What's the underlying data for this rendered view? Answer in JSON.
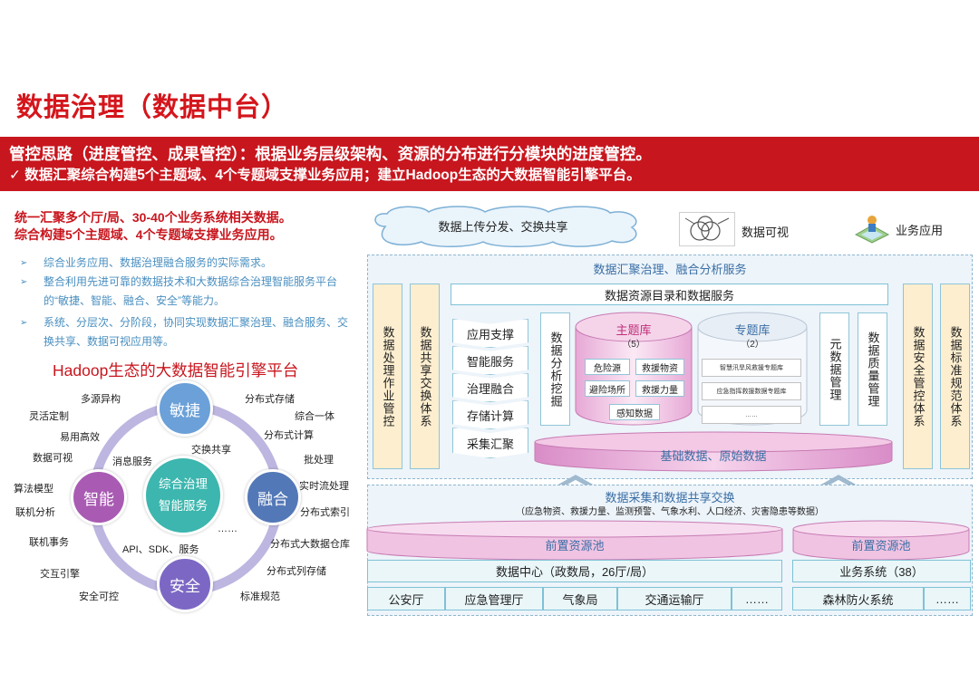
{
  "title": "数据治理（数据中台）",
  "banner": {
    "line1": "管控思路（进度管控、成果管控）：根据业务层级架构、资源的分布进行分模块的进度管控。",
    "line2": "✓ 数据汇聚综合构建5个主题域、4个专题域支撑业务应用；建立Hadoop生态的大数据智能引擎平台。"
  },
  "left": {
    "heading1": "统一汇聚多个厅/局、30-40个业务系统相关数据。",
    "heading2": "综合构建5个主题域、4个专题域支撑业务应用。",
    "bullets": [
      "综合业务应用、数据治理融合服务的实际需求。",
      "整合利用先进可靠的数据技术和大数据综合治理智能服务平台的“敏捷、智能、融合、安全”等能力。",
      "系统、分层次、分阶段，协同实现数据汇聚治理、融合服务、交换共享、数据可视应用等。"
    ],
    "bullet_mark": "➢",
    "hadoop_title": "Hadoop生态的大数据智能引擎平台",
    "core": [
      "综合治理",
      "智能服务"
    ],
    "nodes": {
      "top": "敏捷",
      "left": "智能",
      "right": "融合",
      "bottom": "安全"
    },
    "inner": {
      "exchange": "交换共享",
      "message": "消息服务",
      "api": "API、SDK、服务",
      "more": "……"
    },
    "labels": {
      "l1": "多源异构",
      "l2": "灵活定制",
      "l3": "易用高效",
      "l4": "数据可视",
      "l5": "算法模型",
      "l6": "联机分析",
      "l7": "联机事务",
      "l8": "交互引擎",
      "l9": "安全可控",
      "r1": "分布式存储",
      "r2": "综合一体",
      "r3": "分布式计算",
      "r4": "批处理",
      "r5": "实时流处理",
      "r6": "分布式索引",
      "r7": "分布式大数据仓库",
      "r8": "分布式列存储",
      "r9": "标准规范"
    }
  },
  "arch": {
    "cloud": "数据上传分发、交换共享",
    "visual": "数据可视",
    "app": "业务应用",
    "hub": "数据汇聚治理、融合分析服务",
    "catalog": "数据资源目录和数据服务",
    "col_process": "数据处理作业管控",
    "col_share": "数据共享交换体系",
    "chevrons": [
      "应用支撑",
      "智能服务",
      "治理融合",
      "存储计算",
      "采集汇聚"
    ],
    "analysis": "数据分析挖掘",
    "theme": {
      "title": "主题库",
      "count": "（5）",
      "cells": [
        "危险源",
        "救援物资",
        "避险场所",
        "救援力量",
        "感知数据"
      ]
    },
    "special": {
      "title": "专题库",
      "count": "（2）",
      "cells": [
        "智慧汛旱风救援专题库",
        "应急指挥救援数据专题库",
        "……"
      ]
    },
    "meta": "元数据管理",
    "quality": "数据质量管理",
    "security": "数据安全管控体系",
    "standard": "数据标准规范体系",
    "base": "基础数据、原始数据",
    "exchange_title": "数据采集和数据共享交换",
    "exchange_sub": "（应急物资、救援力量、监测预警、气象水利、人口经济、灾害隐患等数据）",
    "pool": "前置资源池",
    "dc": "数据中心（政数局，26厅/局）",
    "biz": "业务系统（38）",
    "depts": [
      "公安厅",
      "应急管理厅",
      "气象局",
      "交通运输厅",
      "……"
    ],
    "systems": [
      "森林防火系统",
      "……"
    ]
  }
}
